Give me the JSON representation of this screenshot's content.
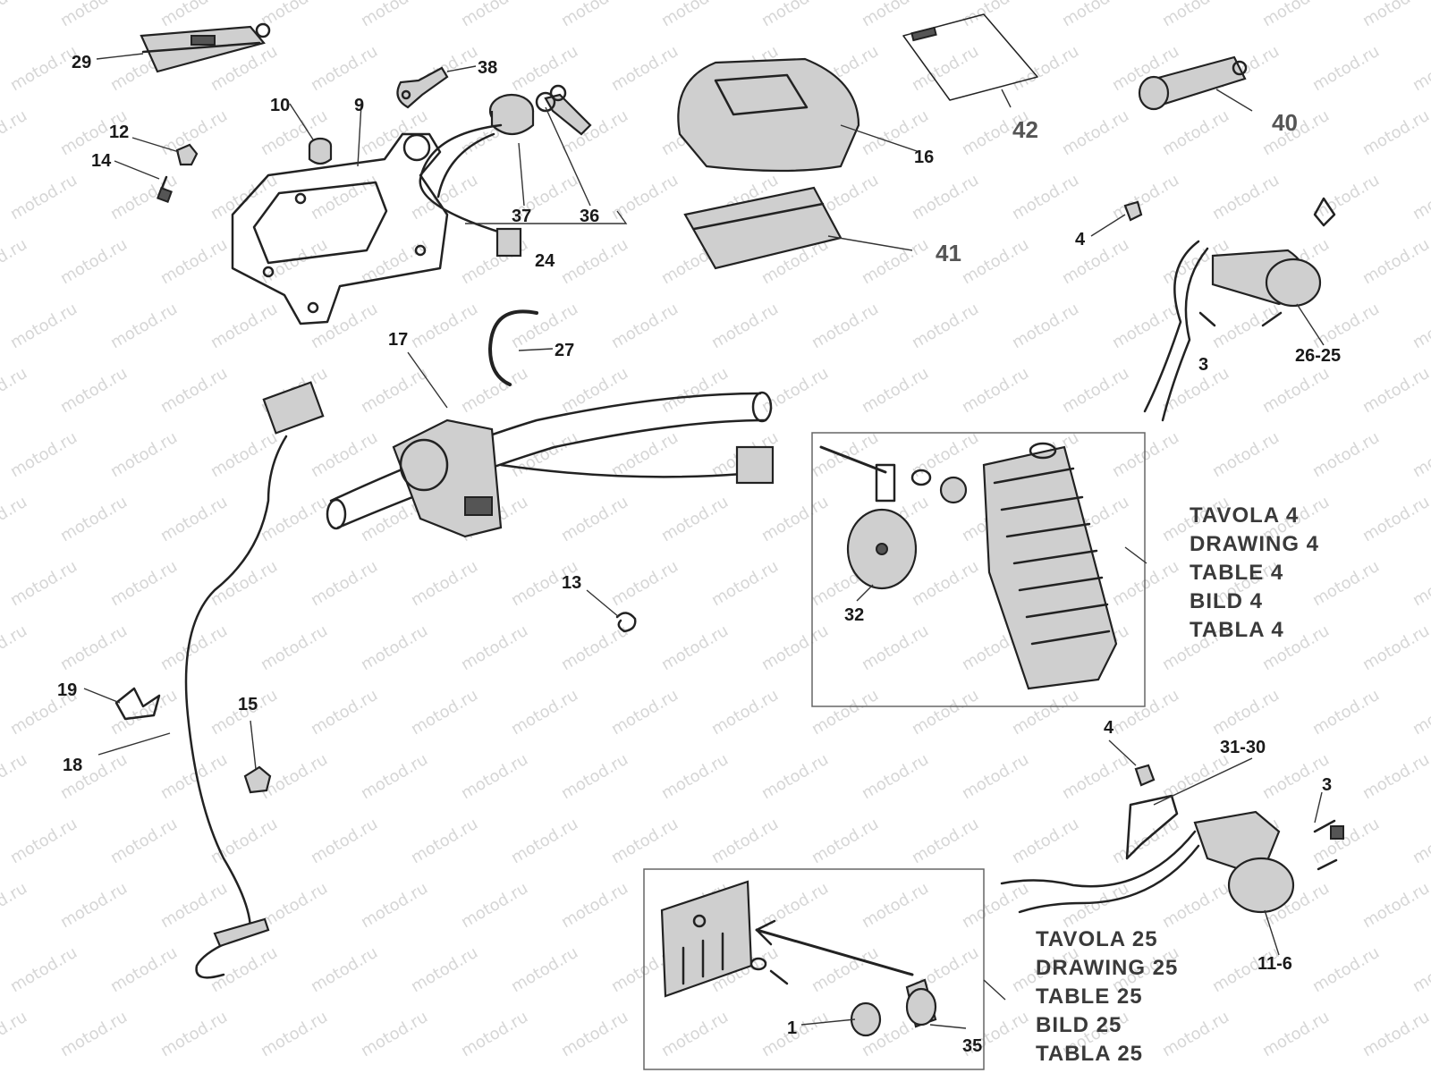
{
  "watermark": "motod.ru",
  "part_labels": [
    {
      "id": "29",
      "text": "29"
    },
    {
      "id": "38",
      "text": "38"
    },
    {
      "id": "10",
      "text": "10"
    },
    {
      "id": "9",
      "text": "9"
    },
    {
      "id": "12",
      "text": "12"
    },
    {
      "id": "14",
      "text": "14"
    },
    {
      "id": "37",
      "text": "37"
    },
    {
      "id": "36",
      "text": "36"
    },
    {
      "id": "24",
      "text": "24"
    },
    {
      "id": "16",
      "text": "16"
    },
    {
      "id": "42",
      "text": "42"
    },
    {
      "id": "40",
      "text": "40"
    },
    {
      "id": "41",
      "text": "41"
    },
    {
      "id": "4a",
      "text": "4"
    },
    {
      "id": "3a",
      "text": "3"
    },
    {
      "id": "26-25",
      "text": "26-25"
    },
    {
      "id": "17",
      "text": "17"
    },
    {
      "id": "27",
      "text": "27"
    },
    {
      "id": "32",
      "text": "32"
    },
    {
      "id": "13",
      "text": "13"
    },
    {
      "id": "19",
      "text": "19"
    },
    {
      "id": "15",
      "text": "15"
    },
    {
      "id": "18",
      "text": "18"
    },
    {
      "id": "4b",
      "text": "4"
    },
    {
      "id": "31-30",
      "text": "31-30"
    },
    {
      "id": "3b",
      "text": "3"
    },
    {
      "id": "11-6",
      "text": "11-6"
    },
    {
      "id": "1",
      "text": "1"
    },
    {
      "id": "35",
      "text": "35"
    }
  ],
  "reference_blocks": [
    {
      "id": "drawing-4",
      "lines": [
        "TAVOLA 4",
        "DRAWING 4",
        "TABLE 4",
        "BILD 4",
        "TABLA 4"
      ]
    },
    {
      "id": "drawing-25",
      "lines": [
        "TAVOLA 25",
        "DRAWING 25",
        "TABLE 25",
        "BILD 25",
        "TABLA 25"
      ]
    }
  ]
}
